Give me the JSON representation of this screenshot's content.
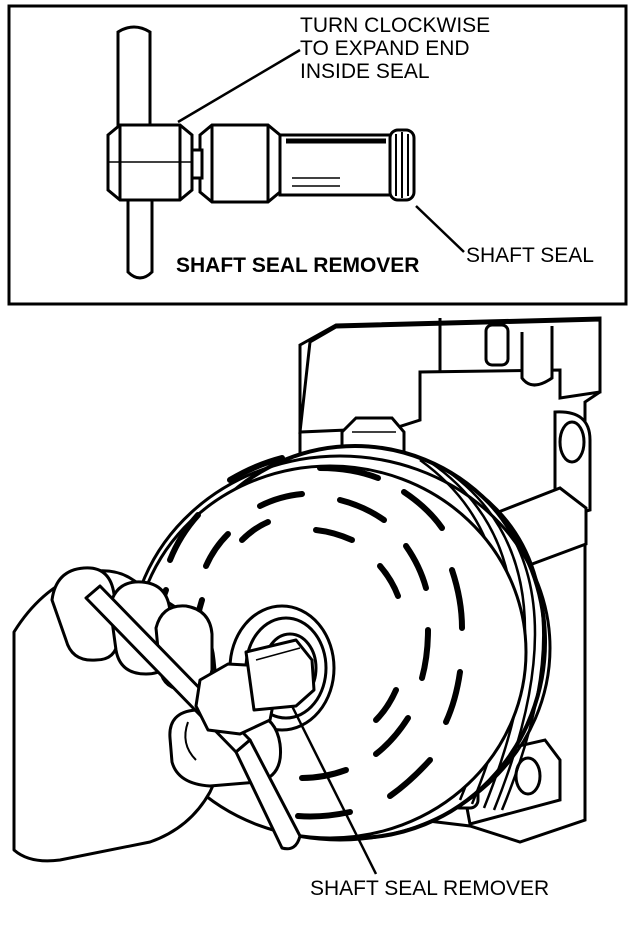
{
  "inset": {
    "callout_turn": [
      "TURN CLOCKWISE",
      "TO EXPAND END",
      "INSIDE SEAL"
    ],
    "tool_title": "SHAFT SEAL REMOVER",
    "callout_seal": "SHAFT SEAL"
  },
  "main": {
    "callout_remover": "SHAFT SEAL REMOVER"
  }
}
